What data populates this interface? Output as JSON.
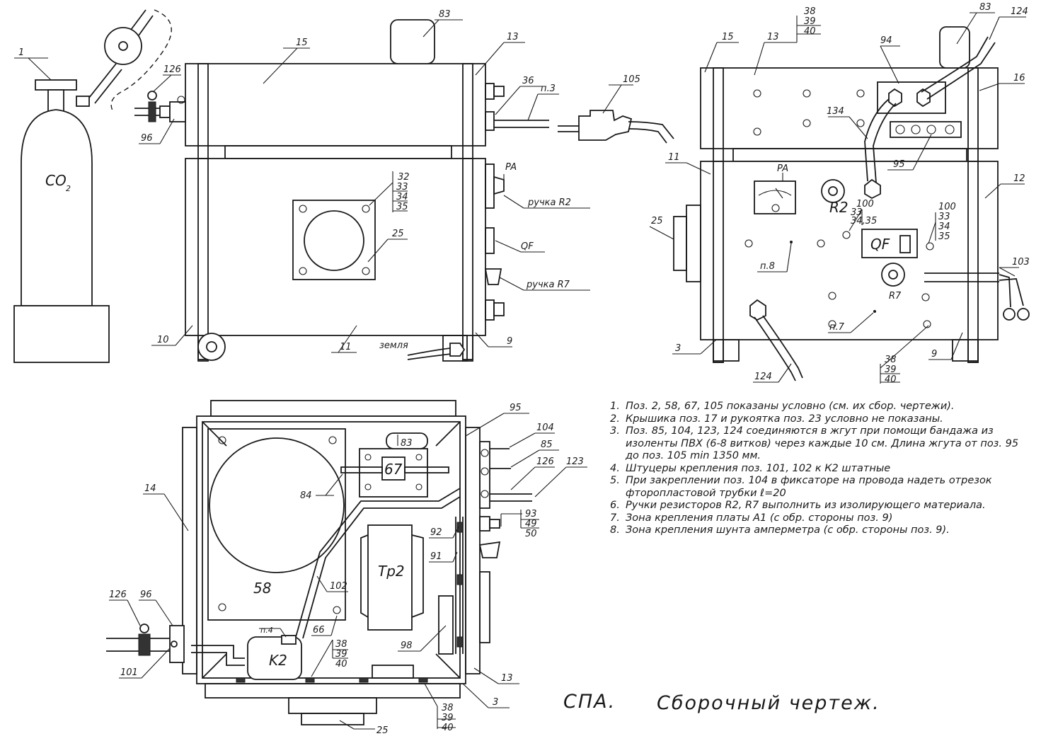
{
  "cylinder": {
    "label_1": "1",
    "gas_main": "CO",
    "gas_sub": "2"
  },
  "side_view": {
    "labels": {
      "l126": "126",
      "l96": "96",
      "l15": "15",
      "l83": "83",
      "l13": "13",
      "l36": "36",
      "lp3": "п.3",
      "l105": "105",
      "l32": "32",
      "l33": "33",
      "l34": "34",
      "l35": "35",
      "l25": "25",
      "lPA": "PA",
      "lR2": "ручка R2",
      "lQF": "QF",
      "lR7": "ручка R7",
      "l10": "10",
      "l11": "11",
      "l9": "9",
      "ground": "земля"
    }
  },
  "front_view": {
    "labels": {
      "l15": "15",
      "l13": "13",
      "l38": "38",
      "l39": "39",
      "l40": "40",
      "l83": "83",
      "l124a": "124",
      "l94": "94",
      "l16": "16",
      "l134": "134",
      "l95": "95",
      "l11": "11",
      "l12": "12",
      "lPA": "PA",
      "lR2": "R2",
      "l100a": "100",
      "l33a": "33",
      "l3435": "34,35",
      "l100b": "100",
      "l33b": "33",
      "l34b": "34",
      "l35b": "35",
      "l25": "25",
      "lQF": "QF",
      "l103": "103",
      "lp8": "п.8",
      "lR7": "R7",
      "l3": "3",
      "lp7": "п.7",
      "l124b": "124",
      "l38b": "38",
      "l39b": "39",
      "l40b": "40",
      "l9": "9"
    }
  },
  "top_view": {
    "labels": {
      "l95": "95",
      "l104": "104",
      "l83": "83",
      "l85": "85",
      "l67": "67",
      "l126a": "126",
      "l123": "123",
      "l84": "84",
      "l14": "14",
      "l93": "93",
      "l49": "49",
      "l50": "50",
      "l92": "92",
      "lTp2": "Tp2",
      "l91": "91",
      "l102": "102",
      "l58": "58",
      "l126b": "126",
      "l96": "96",
      "lp4": "п.4",
      "l66": "66",
      "l38": "38",
      "l39": "39",
      "l40": "40",
      "l98": "98",
      "lK2": "K2",
      "l101": "101",
      "l13": "13",
      "l3": "3",
      "l38b": "38",
      "l39b": "39",
      "l40b": "40",
      "l25": "25"
    }
  },
  "notes": [
    {
      "num": "1.",
      "text": "Поз. 2, 58, 67, 105 показаны условно (см. их сбор. чертежи)."
    },
    {
      "num": "2.",
      "text": "Крышика поз. 17 и рукоятка поз. 23 условно не показаны."
    },
    {
      "num": "3.",
      "text": "Поз. 85, 104, 123, 124 соединяются в жгут при помощи бандажа из изоленты ПВХ (6-8 витков) через каждые 10 см. Длина жгута от поз. 95 до поз. 105 min 1350 мм."
    },
    {
      "num": "4.",
      "text": "Штуцеры крепления поз. 101, 102 к К2 штатные"
    },
    {
      "num": "5.",
      "text": "При закреплении поз. 104 в фиксаторе на провода надеть отрезок фторопластовой трубки ℓ=20"
    },
    {
      "num": "6.",
      "text": "Ручки резисторов R2, R7 выполнить из изолирующего материала."
    },
    {
      "num": "7.",
      "text": "Зона крепления платы А1 (с обр. стороны поз. 9)"
    },
    {
      "num": "8.",
      "text": "Зона крепления шунта амперметра (с обр. стороны поз. 9)."
    }
  ],
  "title_block": {
    "code": "СПА.",
    "title": "Сборочный чертеж."
  }
}
